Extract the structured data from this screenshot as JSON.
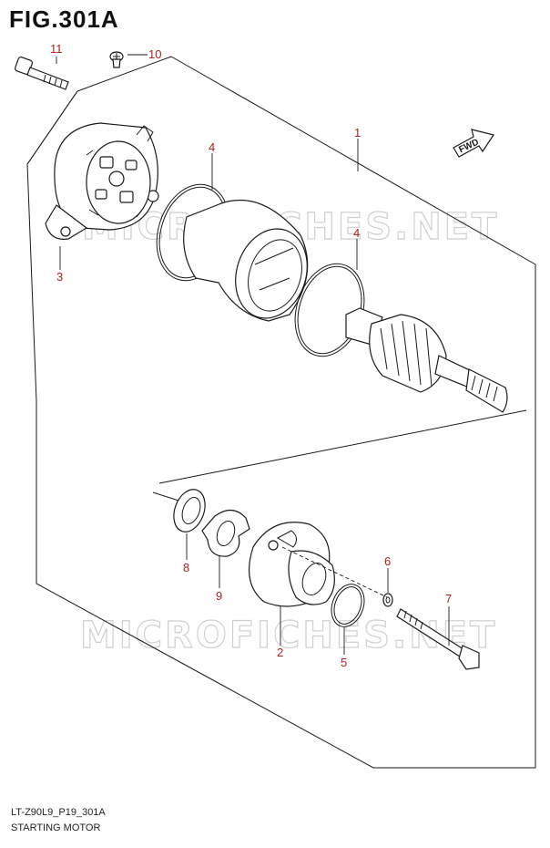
{
  "figure": {
    "title": "FIG.301A",
    "code": "LT-Z90L9_P19_301A",
    "name": "STARTING MOTOR"
  },
  "watermark": "MICROFICHES.NET",
  "fwd_label": "FWD",
  "callouts": {
    "c1": "1",
    "c2": "2",
    "c3": "3",
    "c4a": "4",
    "c4b": "4",
    "c5": "5",
    "c6": "6",
    "c7": "7",
    "c8": "8",
    "c9": "9",
    "c10": "10",
    "c11": "11"
  },
  "colors": {
    "callout": "#b0201c",
    "line": "#1a1a1a",
    "watermark": "#cfcfcf"
  }
}
